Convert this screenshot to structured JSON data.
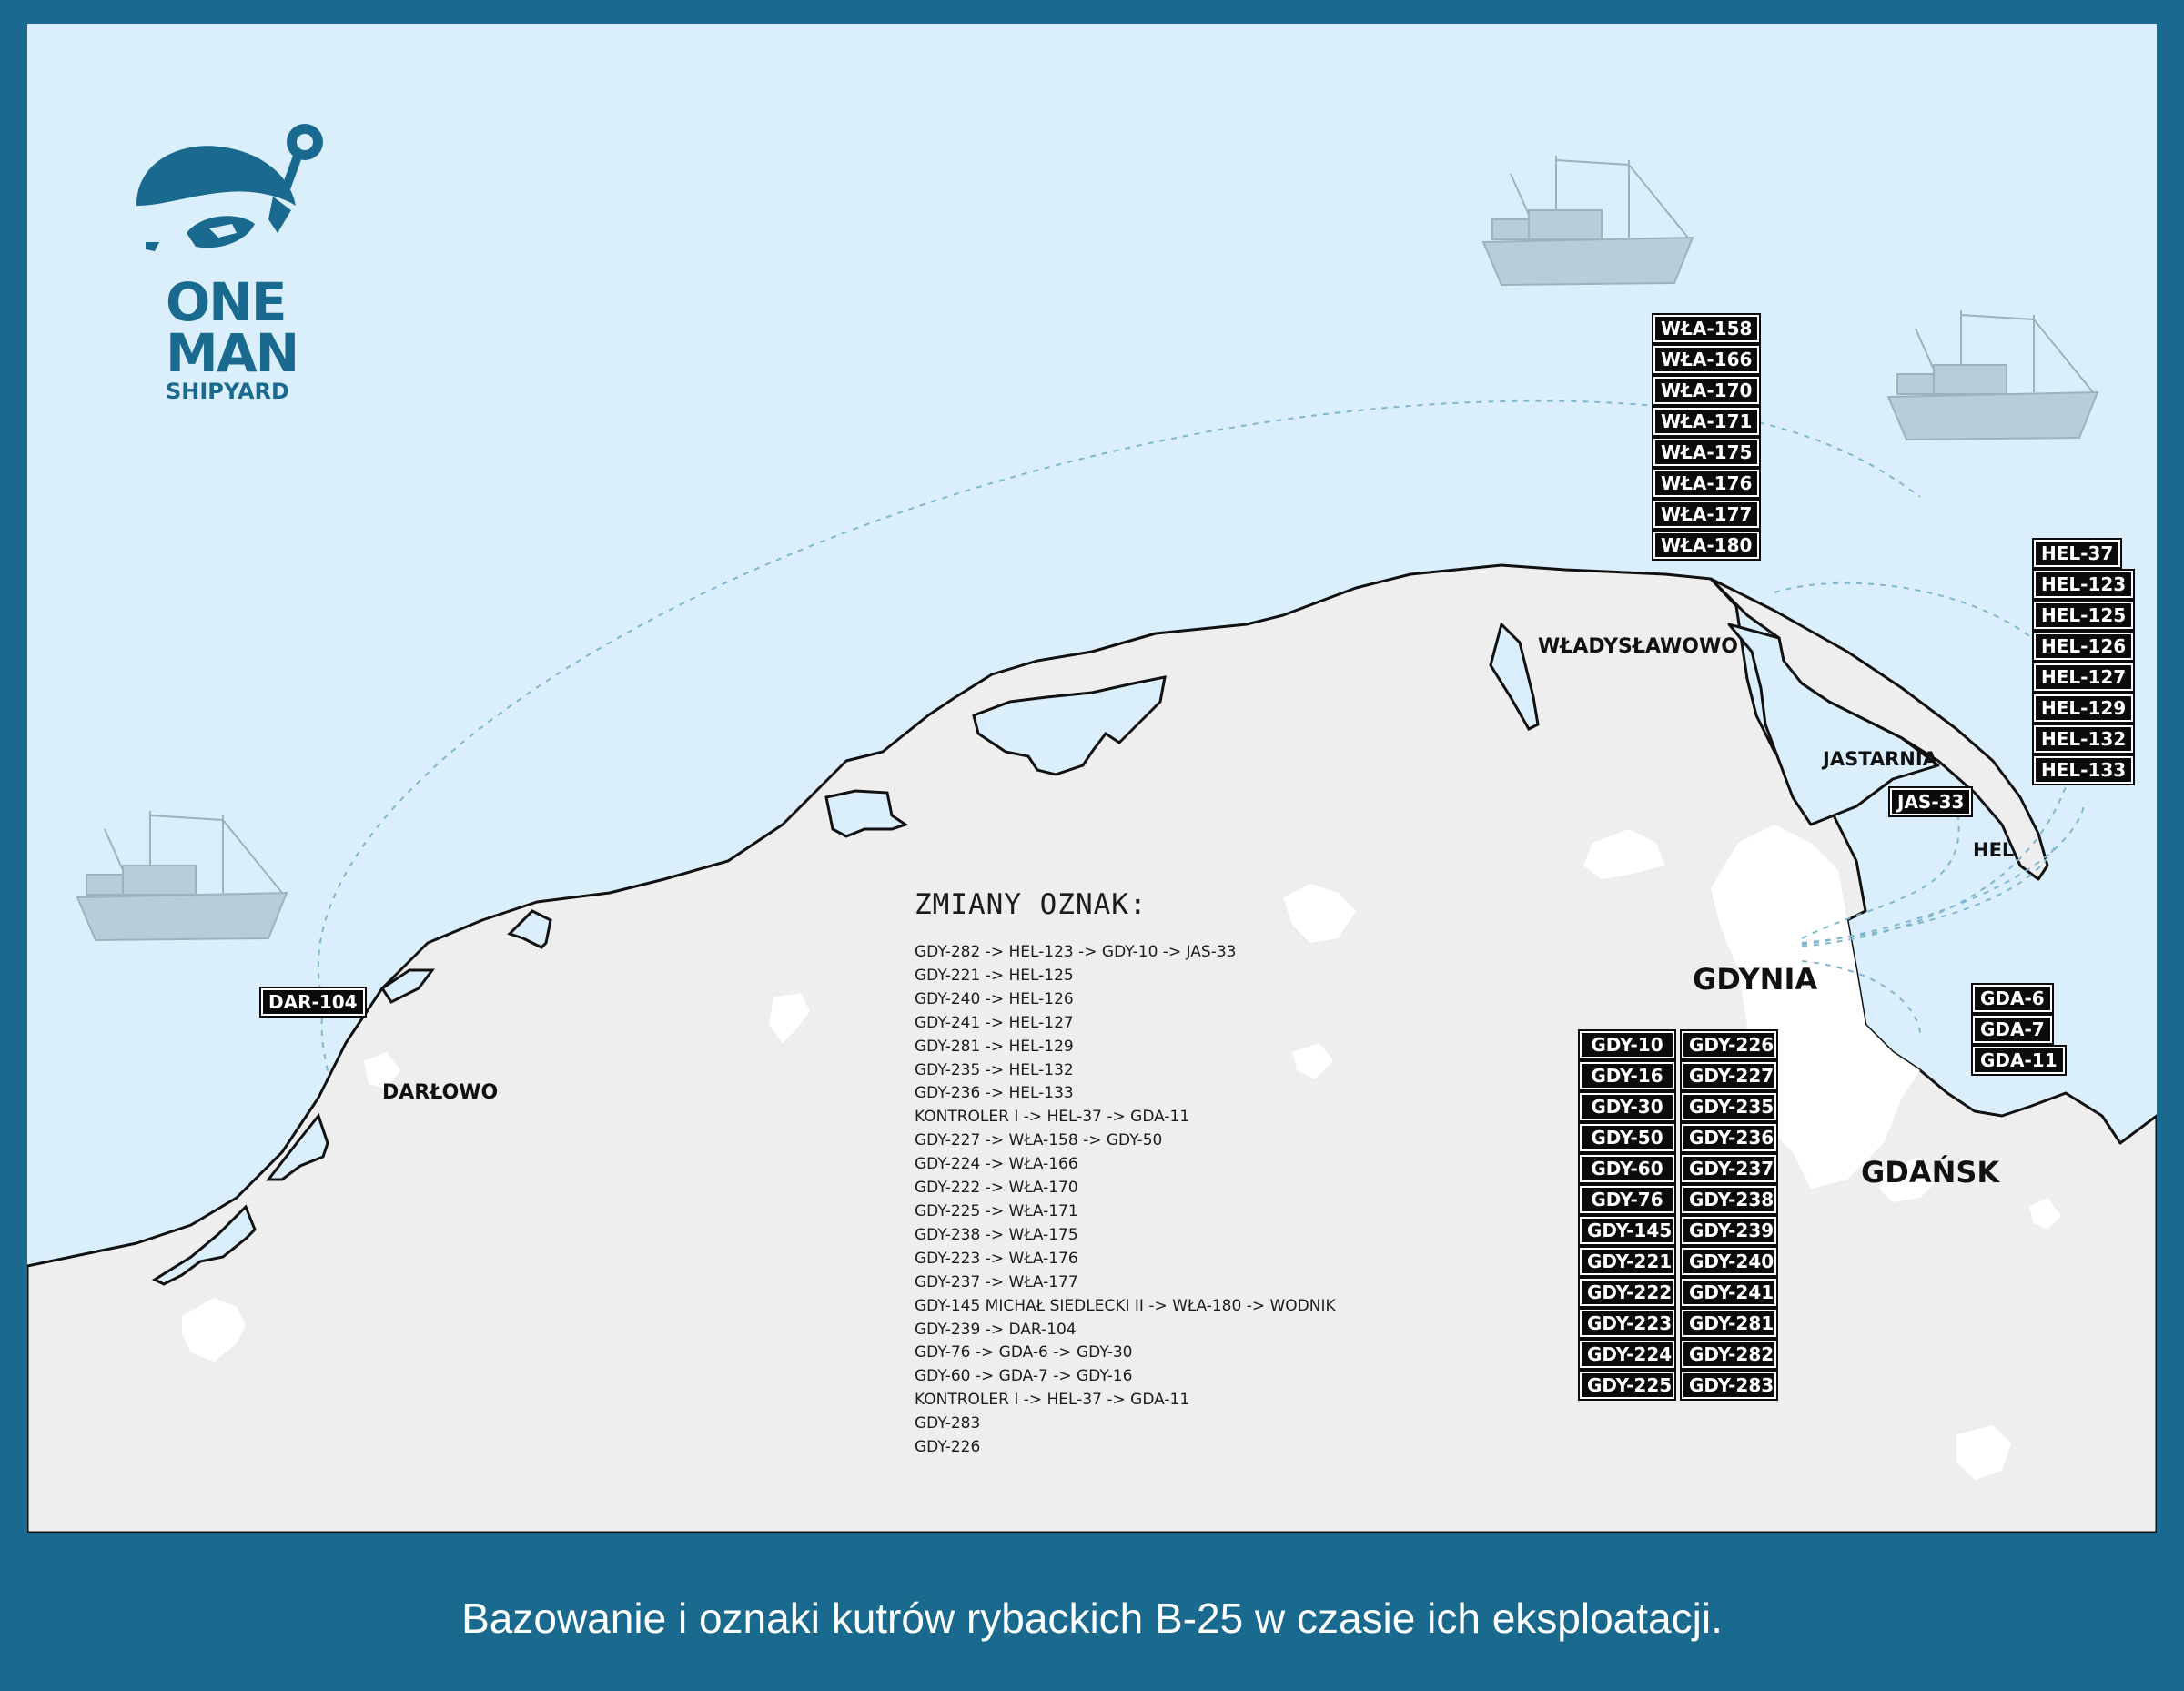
{
  "caption": "Bazowanie i oznaki kutrów rybackich B-25 w czasie ich eksploatacji.",
  "colors": {
    "frame": "#1a6a8f",
    "sea": "#dbeefb",
    "land": "#eeeeee",
    "urban": "#ffffff",
    "tag_bg": "#0b0b0b",
    "route_line": "#7fb7cc"
  },
  "logo": {
    "line1": "ONE",
    "line2": "MAN",
    "line3": "SHIPYARD"
  },
  "cities": {
    "wladyslawowo": "WŁADYSŁAWOWO",
    "jastarnia": "JASTARNIA",
    "hel": "HEL",
    "gdynia": "GDYNIA",
    "gdansk": "GDAŃSK",
    "darlowo": "DARŁOWO"
  },
  "tags": {
    "wla": [
      "WŁA-158",
      "WŁA-166",
      "WŁA-170",
      "WŁA-171",
      "WŁA-175",
      "WŁA-176",
      "WŁA-177",
      "WŁA-180"
    ],
    "hel": [
      "HEL-37",
      "HEL-123",
      "HEL-125",
      "HEL-126",
      "HEL-127",
      "HEL-129",
      "HEL-132",
      "HEL-133"
    ],
    "jas": "JAS-33",
    "dar": "DAR-104",
    "gda": [
      "GDA-6",
      "GDA-7",
      "GDA-11"
    ],
    "gdy_col1": [
      "GDY-10",
      "GDY-16",
      "GDY-30",
      "GDY-50",
      "GDY-60",
      "GDY-76",
      "GDY-145",
      "GDY-221",
      "GDY-222",
      "GDY-223",
      "GDY-224",
      "GDY-225"
    ],
    "gdy_col2": [
      "GDY-226",
      "GDY-227",
      "GDY-235",
      "GDY-236",
      "GDY-237",
      "GDY-238",
      "GDY-239",
      "GDY-240",
      "GDY-241",
      "GDY-281",
      "GDY-282",
      "GDY-283"
    ]
  },
  "changes": {
    "title": "ZMIANY OZNAK:",
    "items": [
      "GDY-282 -> HEL-123 -> GDY-10 -> JAS-33",
      "GDY-221 -> HEL-125",
      "GDY-240 -> HEL-126",
      "GDY-241 -> HEL-127",
      "GDY-281 -> HEL-129",
      "GDY-235 -> HEL-132",
      "GDY-236 -> HEL-133",
      "KONTROLER I -> HEL-37 -> GDA-11",
      "GDY-227 -> WŁA-158 -> GDY-50",
      "GDY-224 -> WŁA-166",
      "GDY-222 -> WŁA-170",
      "GDY-225 -> WŁA-171",
      "GDY-238 -> WŁA-175",
      "GDY-223 -> WŁA-176",
      "GDY-237 -> WŁA-177",
      "GDY-145 MICHAŁ SIEDLECKI II  -> WŁA-180 -> WODNIK",
      "GDY-239 -> DAR-104",
      "GDY-76 -> GDA-6 -> GDY-30",
      "GDY-60 -> GDA-7 -> GDY-16",
      "KONTROLER I -> HEL-37 -> GDA-11",
      "GDY-283",
      "GDY-226"
    ]
  },
  "icons": {
    "boat": "fishing-boat-icon",
    "logo": "one-man-shipyard-logo"
  }
}
